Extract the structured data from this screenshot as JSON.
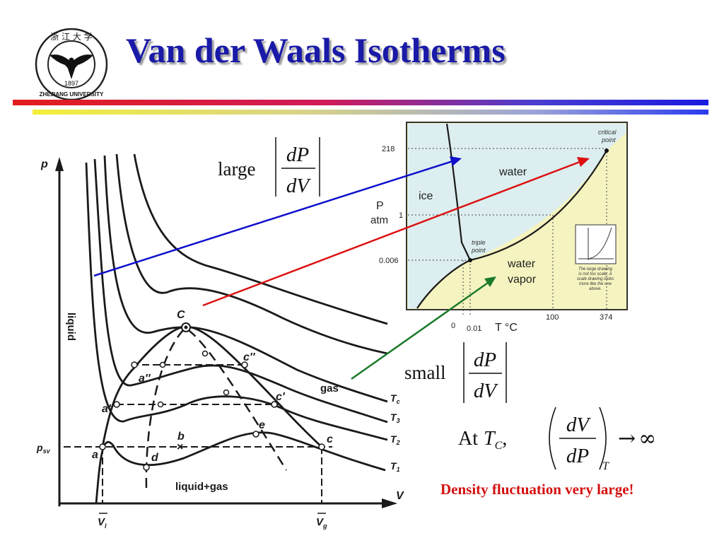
{
  "slide": {
    "title": "Van der Waals Isotherms",
    "logo": {
      "year": "1897",
      "university": "ZHEJIANG UNIVERSITY",
      "chinese": "浙 江 大 学"
    },
    "footer_note": "Density fluctuation very large!",
    "colors": {
      "title": "#1a1aa8",
      "note": "#d41010",
      "arrow_blue": "#1010cc",
      "arrow_red": "#dd1010",
      "arrow_green": "#1a7a2a",
      "phase_water": "#dceef0",
      "phase_vapor": "#f5f3c0"
    }
  },
  "formulas": {
    "large": {
      "prefix": "large",
      "num": "dP",
      "den": "dV"
    },
    "small": {
      "prefix": "small",
      "num": "dP",
      "den": "dV"
    },
    "critical": {
      "lead": "At",
      "var": "T",
      "sub": "C",
      "num": "dV",
      "den": "dP",
      "subscript": "T",
      "arrow": "→",
      "infinity": "∞"
    }
  },
  "isotherm_plot": {
    "axis_y": "p",
    "axis_x": "V",
    "liquid_label": "liquid",
    "gas_label": "gas",
    "mixed_label": "liquid+gas",
    "psv_label": "p",
    "psv_sub": "sv",
    "critical_label": "C",
    "v_l_label": "V",
    "v_l_sub": "l",
    "v_g_label": "V",
    "v_g_sub": "g",
    "points": {
      "a": "a",
      "b": "b",
      "c": "c",
      "d": "d",
      "e": "e",
      "a1": "a'",
      "c1": "c'",
      "a2": "a''",
      "c2": "c''"
    },
    "isotherm_labels": {
      "Tc": {
        "t": "T",
        "s": "c"
      },
      "T3": {
        "t": "T",
        "s": "3"
      },
      "T2": {
        "t": "T",
        "s": "2"
      },
      "T1": {
        "t": "T",
        "s": "1"
      }
    }
  },
  "phase_diagram": {
    "p_label": "P",
    "p_unit": "atm",
    "t_label": "T °C",
    "y_ticks": [
      "218",
      "1",
      "0.006"
    ],
    "x_ticks": [
      "0",
      "0.01",
      "100",
      "374"
    ],
    "regions": {
      "ice": "ice",
      "water": "water",
      "vapor_1": "water",
      "vapor_2": "vapor"
    },
    "critical_1": "critical",
    "critical_2": "point",
    "triple_1": "triple",
    "triple_2": "point",
    "scale_note": [
      "The large drawing",
      "is not too scale. A",
      "scale drawing looks",
      "more like the one",
      "above."
    ]
  }
}
